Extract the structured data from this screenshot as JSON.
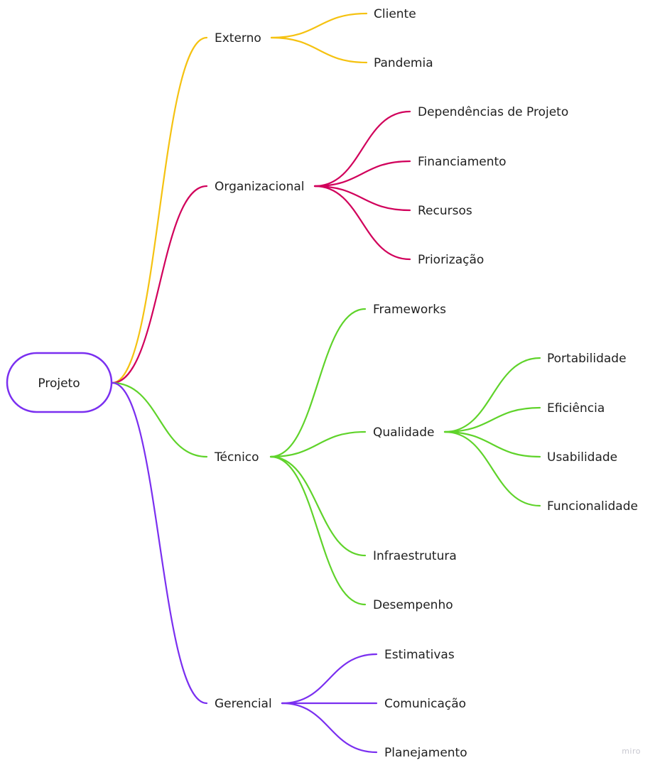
{
  "root": {
    "label": "Projeto",
    "color": "#7a2ff0"
  },
  "watermark": "miro",
  "colors": {
    "externo": "#f5c211",
    "organizacional": "#d1005b",
    "tecnico": "#5fd32a",
    "gerencial": "#7a2ff0"
  },
  "branches": [
    {
      "label": "Externo",
      "color": "#f5c211",
      "children": [
        {
          "label": "Cliente"
        },
        {
          "label": "Pandemia"
        }
      ]
    },
    {
      "label": "Organizacional",
      "color": "#d1005b",
      "children": [
        {
          "label": "Dependências de Projeto"
        },
        {
          "label": "Financiamento"
        },
        {
          "label": "Recursos"
        },
        {
          "label": "Priorização"
        }
      ]
    },
    {
      "label": "Técnico",
      "color": "#5fd32a",
      "children": [
        {
          "label": "Frameworks"
        },
        {
          "label": "Qualidade",
          "children": [
            {
              "label": "Portabilidade"
            },
            {
              "label": "Eficiência"
            },
            {
              "label": "Usabilidade"
            },
            {
              "label": "Funcionalidade"
            }
          ]
        },
        {
          "label": "Infraestrutura"
        },
        {
          "label": "Desempenho"
        }
      ]
    },
    {
      "label": "Gerencial",
      "color": "#7a2ff0",
      "children": [
        {
          "label": "Estimativas"
        },
        {
          "label": "Comunicação"
        },
        {
          "label": "Planejamento"
        }
      ]
    }
  ]
}
